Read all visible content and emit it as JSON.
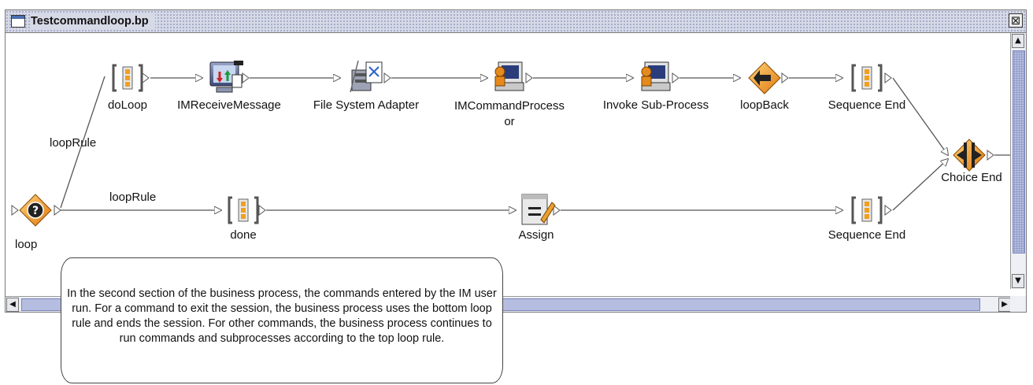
{
  "window": {
    "title": "Testcommandloop.bp",
    "close_symbol": "⊠"
  },
  "nodes": {
    "loop": "loop",
    "doLoop": "doLoop",
    "imReceive": "IMReceiveMessage",
    "fileSystem": "File System Adapter",
    "imCommand": "IMCommandProcess\nor",
    "invokeSub": "Invoke Sub-Process",
    "loopBack": "loopBack",
    "seqEnd1": "Sequence End",
    "choiceEnd": "Choice End",
    "done": "done",
    "assign": "Assign",
    "seqEnd2": "Sequence End"
  },
  "edges": {
    "loopRule_top": "loopRule",
    "loopRule_bottom": "loopRule"
  },
  "scroll": {
    "up": "▲",
    "down": "▼",
    "left": "◀",
    "right": "▶"
  },
  "callout": "In the second section of the business process, the commands entered by the IM user run. For a command to exit the session, the business process uses the bottom loop rule and ends the session. For other commands, the business process continues to run commands and subprocesses according to the top loop rule."
}
